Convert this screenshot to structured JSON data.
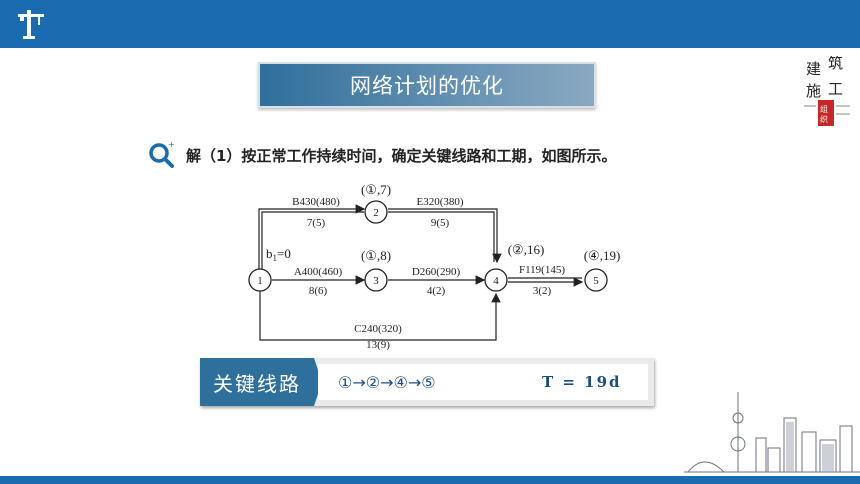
{
  "title": "网络计划的优化",
  "question": "解（1）按正常工作持续时间，确定关键线路和工期，如图所示。",
  "corner_logo": {
    "chars": [
      "建",
      "筑",
      "施",
      "工"
    ],
    "badge": "组织"
  },
  "network": {
    "nodes": [
      {
        "id": "1",
        "label": "1"
      },
      {
        "id": "2",
        "label": "2",
        "annotation": "(①,7)"
      },
      {
        "id": "3",
        "label": "3",
        "annotation": "(①,8)"
      },
      {
        "id": "4",
        "label": "4",
        "annotation": "(②,16)"
      },
      {
        "id": "5",
        "label": "5",
        "annotation": "(④,19)"
      }
    ],
    "start_label": "b",
    "start_sub": "1",
    "start_value": "=0",
    "edges": [
      {
        "name": "B",
        "top": "B430(480)",
        "bottom": "7(5)"
      },
      {
        "name": "E",
        "top": "E320(380)",
        "bottom": "9(5)"
      },
      {
        "name": "A",
        "top": "A400(460)",
        "bottom": "8(6)"
      },
      {
        "name": "D",
        "top": "D260(290)",
        "bottom": "4(2)"
      },
      {
        "name": "F",
        "top": "F119(145)",
        "bottom": "3(2)"
      },
      {
        "name": "C",
        "top": "C240(320)",
        "bottom": "13(9)"
      }
    ]
  },
  "critical": {
    "label": "关键线路",
    "path": "①→②→④→⑤",
    "duration": "T = 19d"
  },
  "colors": {
    "brand": "#1b6bb0",
    "accent": "#2f6f9b",
    "text": "#1b4e86"
  }
}
